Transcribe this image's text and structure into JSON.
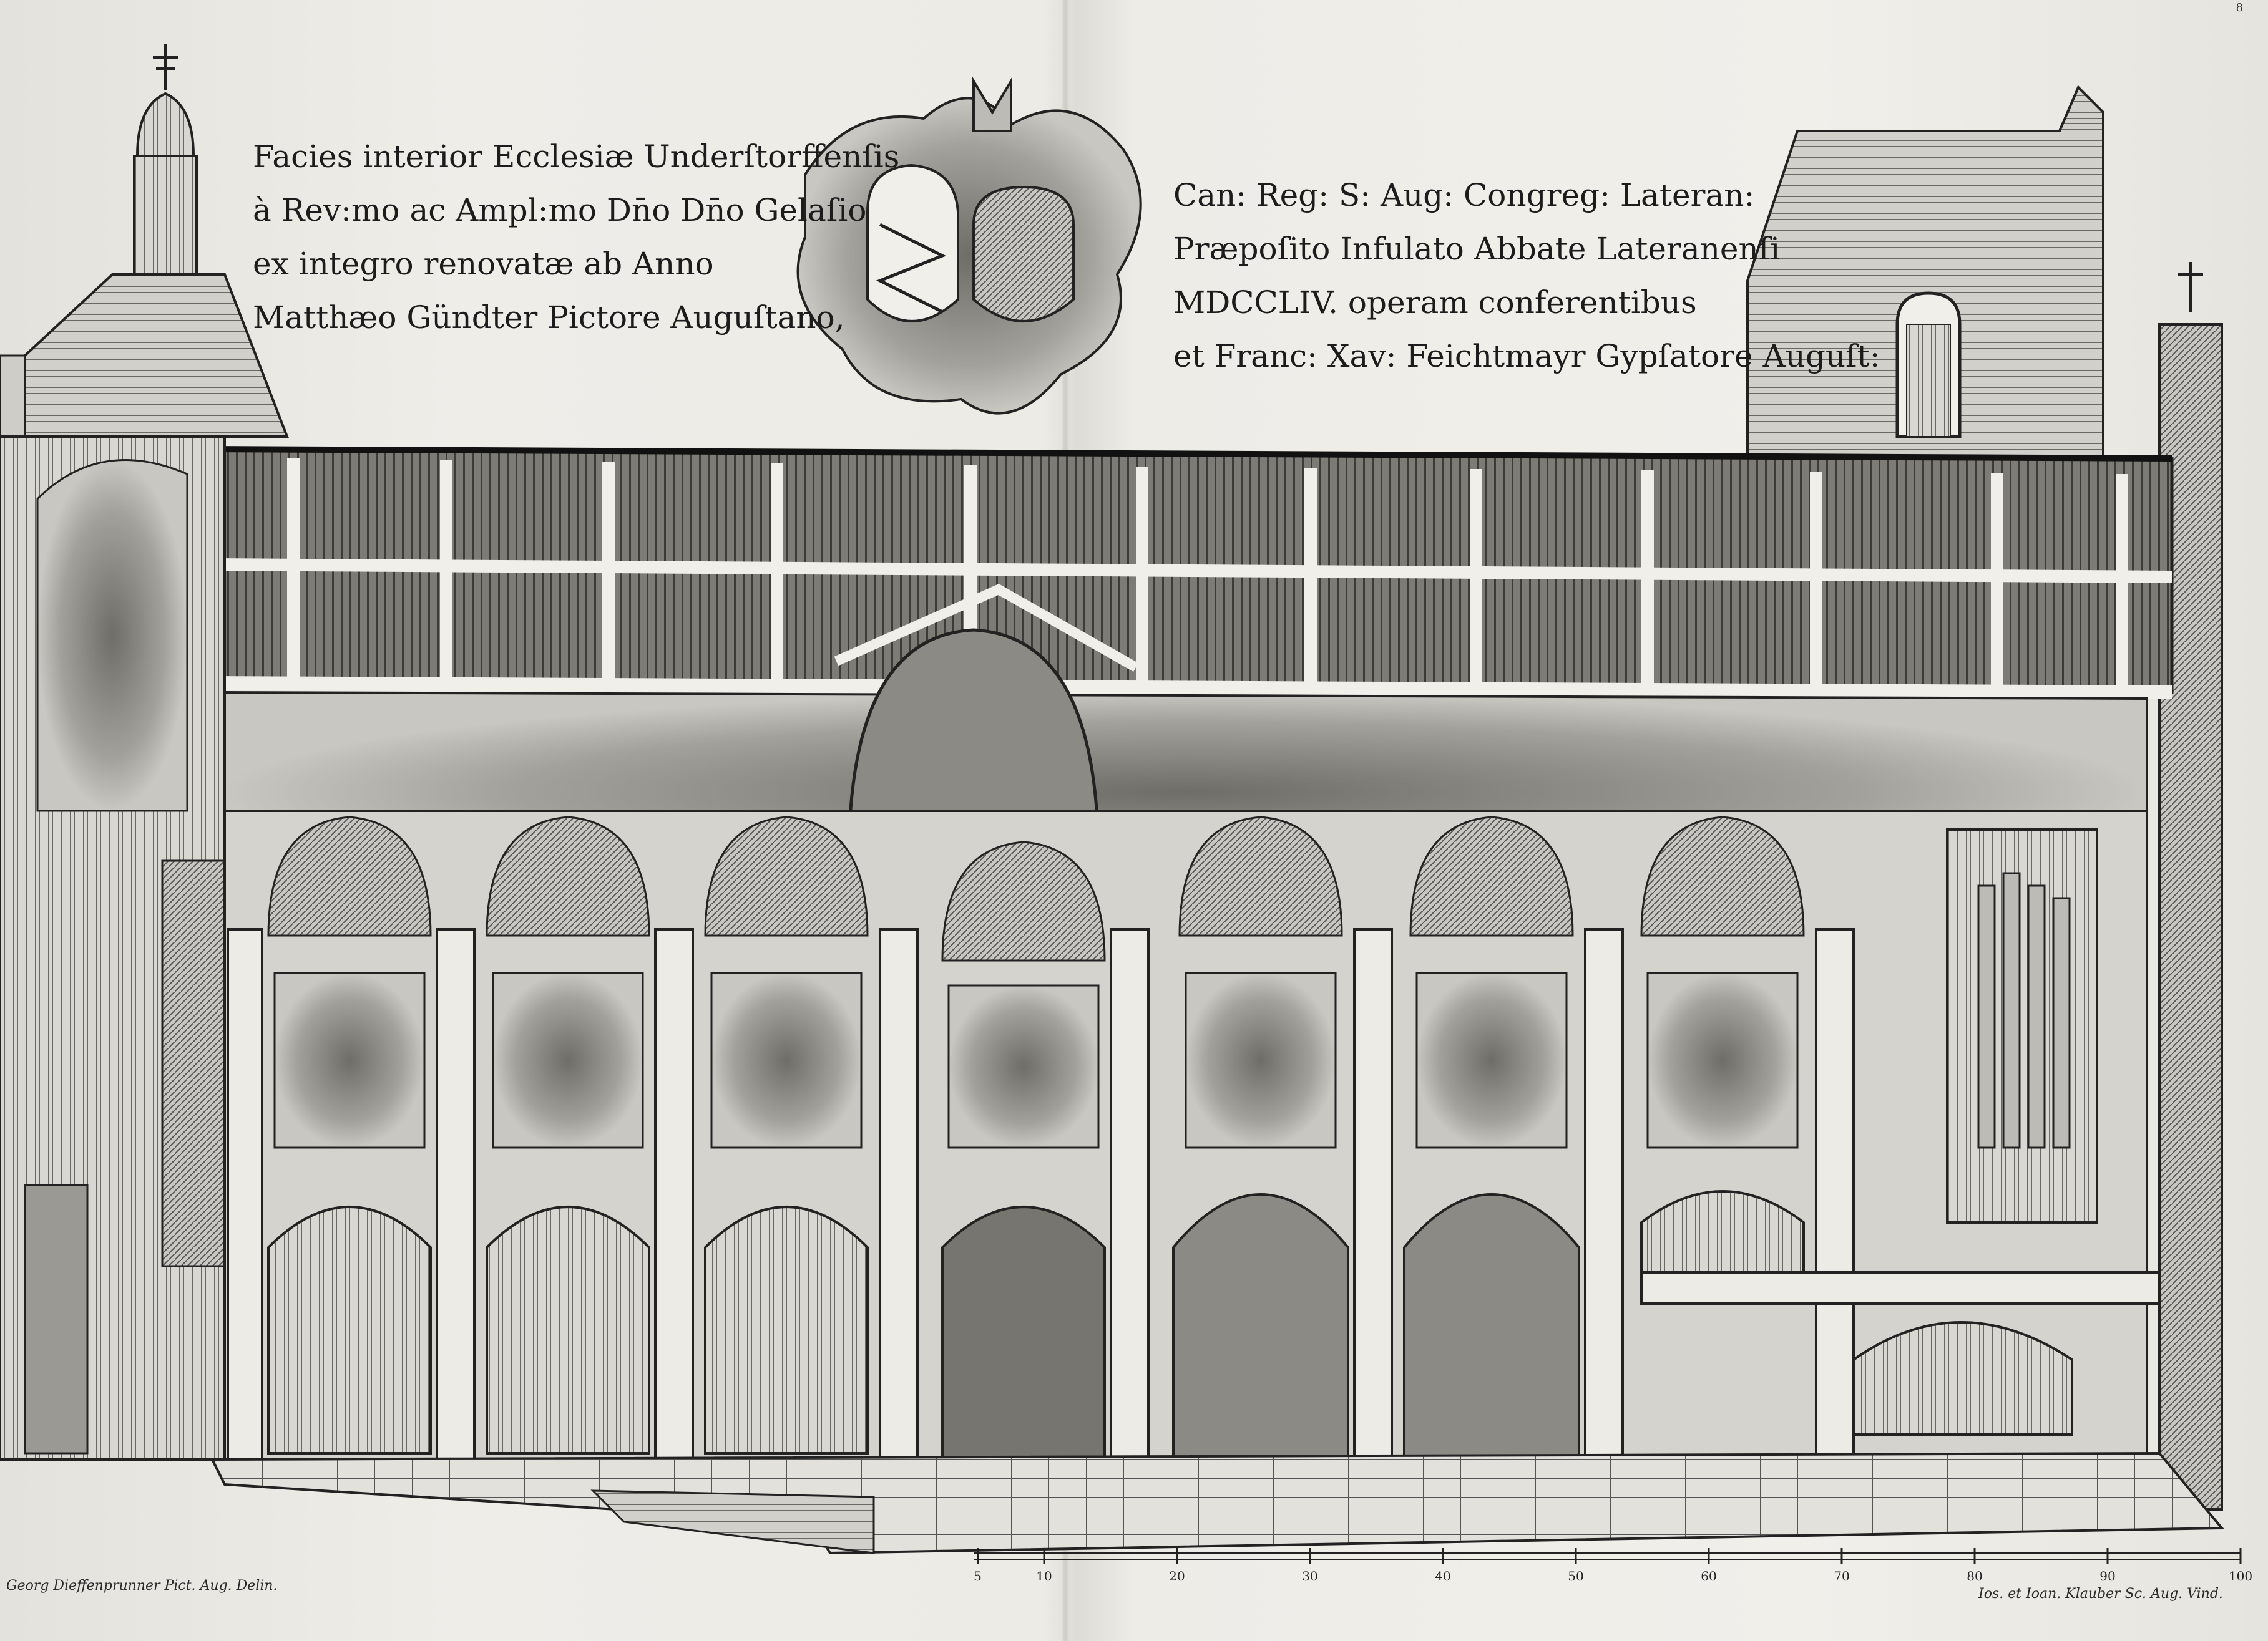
{
  "page_number": "8",
  "inscription_left": [
    "Facies interior Ecclesiæ Underſtorffenſis",
    "à Rev:mo ac Ampl:mo Dn̄o Dn̄o Gelaſio",
    "ex integro renovatæ ab Anno",
    "Matthæo Gündter Pictore Auguſtano,"
  ],
  "inscription_right": [
    "Can: Reg: S: Aug: Congreg: Lateran:",
    "Præpoſito Infulato Abbate Lateranenſi",
    "MDCCLIV. operam conferentibus",
    "et Franc: Xav: Feichtmayr Gypſatore Auguſt:"
  ],
  "credit_left": "Georg Dieffenprunner Pict. Aug. Delin.",
  "credit_right": "Ios. et Ioan. Klauber Sc. Aug. Vind.",
  "scale_ticks": [
    "5",
    "10",
    "20",
    "30",
    "40",
    "50",
    "60",
    "70",
    "80",
    "90",
    "100"
  ],
  "colors": {
    "ink": "#1c1c1c",
    "paper": "#ecebe6",
    "wash": "#8a8882"
  }
}
